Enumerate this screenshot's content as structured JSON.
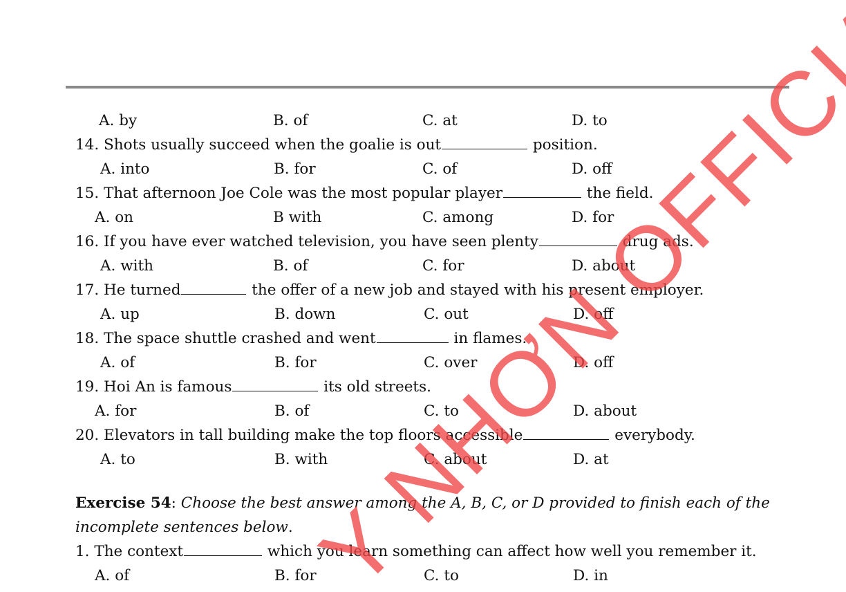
{
  "questions": [
    {
      "number": "",
      "pre": "",
      "blank_chars": 0,
      "post": "",
      "options": [
        "A. by",
        "B. of",
        "C. at",
        "D. to"
      ]
    },
    {
      "number": "14.",
      "pre": "Shots usually succeed when the goalie is out",
      "blank_chars": 12,
      "post": " position.",
      "options": [
        "A. into",
        "B. for",
        "C. of",
        "D. off"
      ]
    },
    {
      "number": "15.",
      "pre": "That afternoon Joe Cole was the most popular player",
      "blank_chars": 11,
      "post": " the field.",
      "options": [
        "A. on",
        "B with",
        "C. among",
        "D. for"
      ]
    },
    {
      "number": "16.",
      "pre": "If you have ever watched television, you have seen plenty",
      "blank_chars": 11,
      "post": " drug ads.",
      "options": [
        "A. with",
        "B. of",
        "C. for",
        "D. about"
      ]
    },
    {
      "number": "17.",
      "pre": "He turned",
      "blank_chars": 9,
      "post": " the offer of a new job and stayed with his present employer.",
      "options": [
        "A. up",
        "B. down",
        "C. out",
        "D. off"
      ]
    },
    {
      "number": "18.",
      "pre": "The space shuttle crashed and went",
      "blank_chars": 10,
      "post": " in flames.",
      "options": [
        "A. of",
        "B. for",
        "C. over",
        "D. off"
      ]
    },
    {
      "number": "19.",
      "pre": "Hoi An is famous",
      "blank_chars": 12,
      "post": " its old streets.",
      "options": [
        "A. for",
        "B. of",
        "C. to",
        "D. about"
      ]
    },
    {
      "number": "20.",
      "pre": "Elevators in tall building make the top floors accessible",
      "blank_chars": 12,
      "post": " everybody.",
      "options": [
        "A. to",
        "B. with",
        "C. about",
        "D. at"
      ]
    }
  ],
  "exercise": {
    "title": "Exercise 54",
    "sep": ":",
    "instruction_line1": "Choose the best answer among the A, B, C, or D provided to finish each of the",
    "instruction_line2": "incomplete sentences below",
    "end": "."
  },
  "exercise_questions": [
    {
      "number": "1.",
      "pre": "The context",
      "blank_chars": 11,
      "post": " which you learn something can affect how well you remember it.",
      "options": [
        "A. of",
        "B. for",
        "C. to",
        "D. in"
      ]
    }
  ],
  "watermark": {
    "text": "Y NHƠN OFFICIAL",
    "color": "#f04646"
  }
}
